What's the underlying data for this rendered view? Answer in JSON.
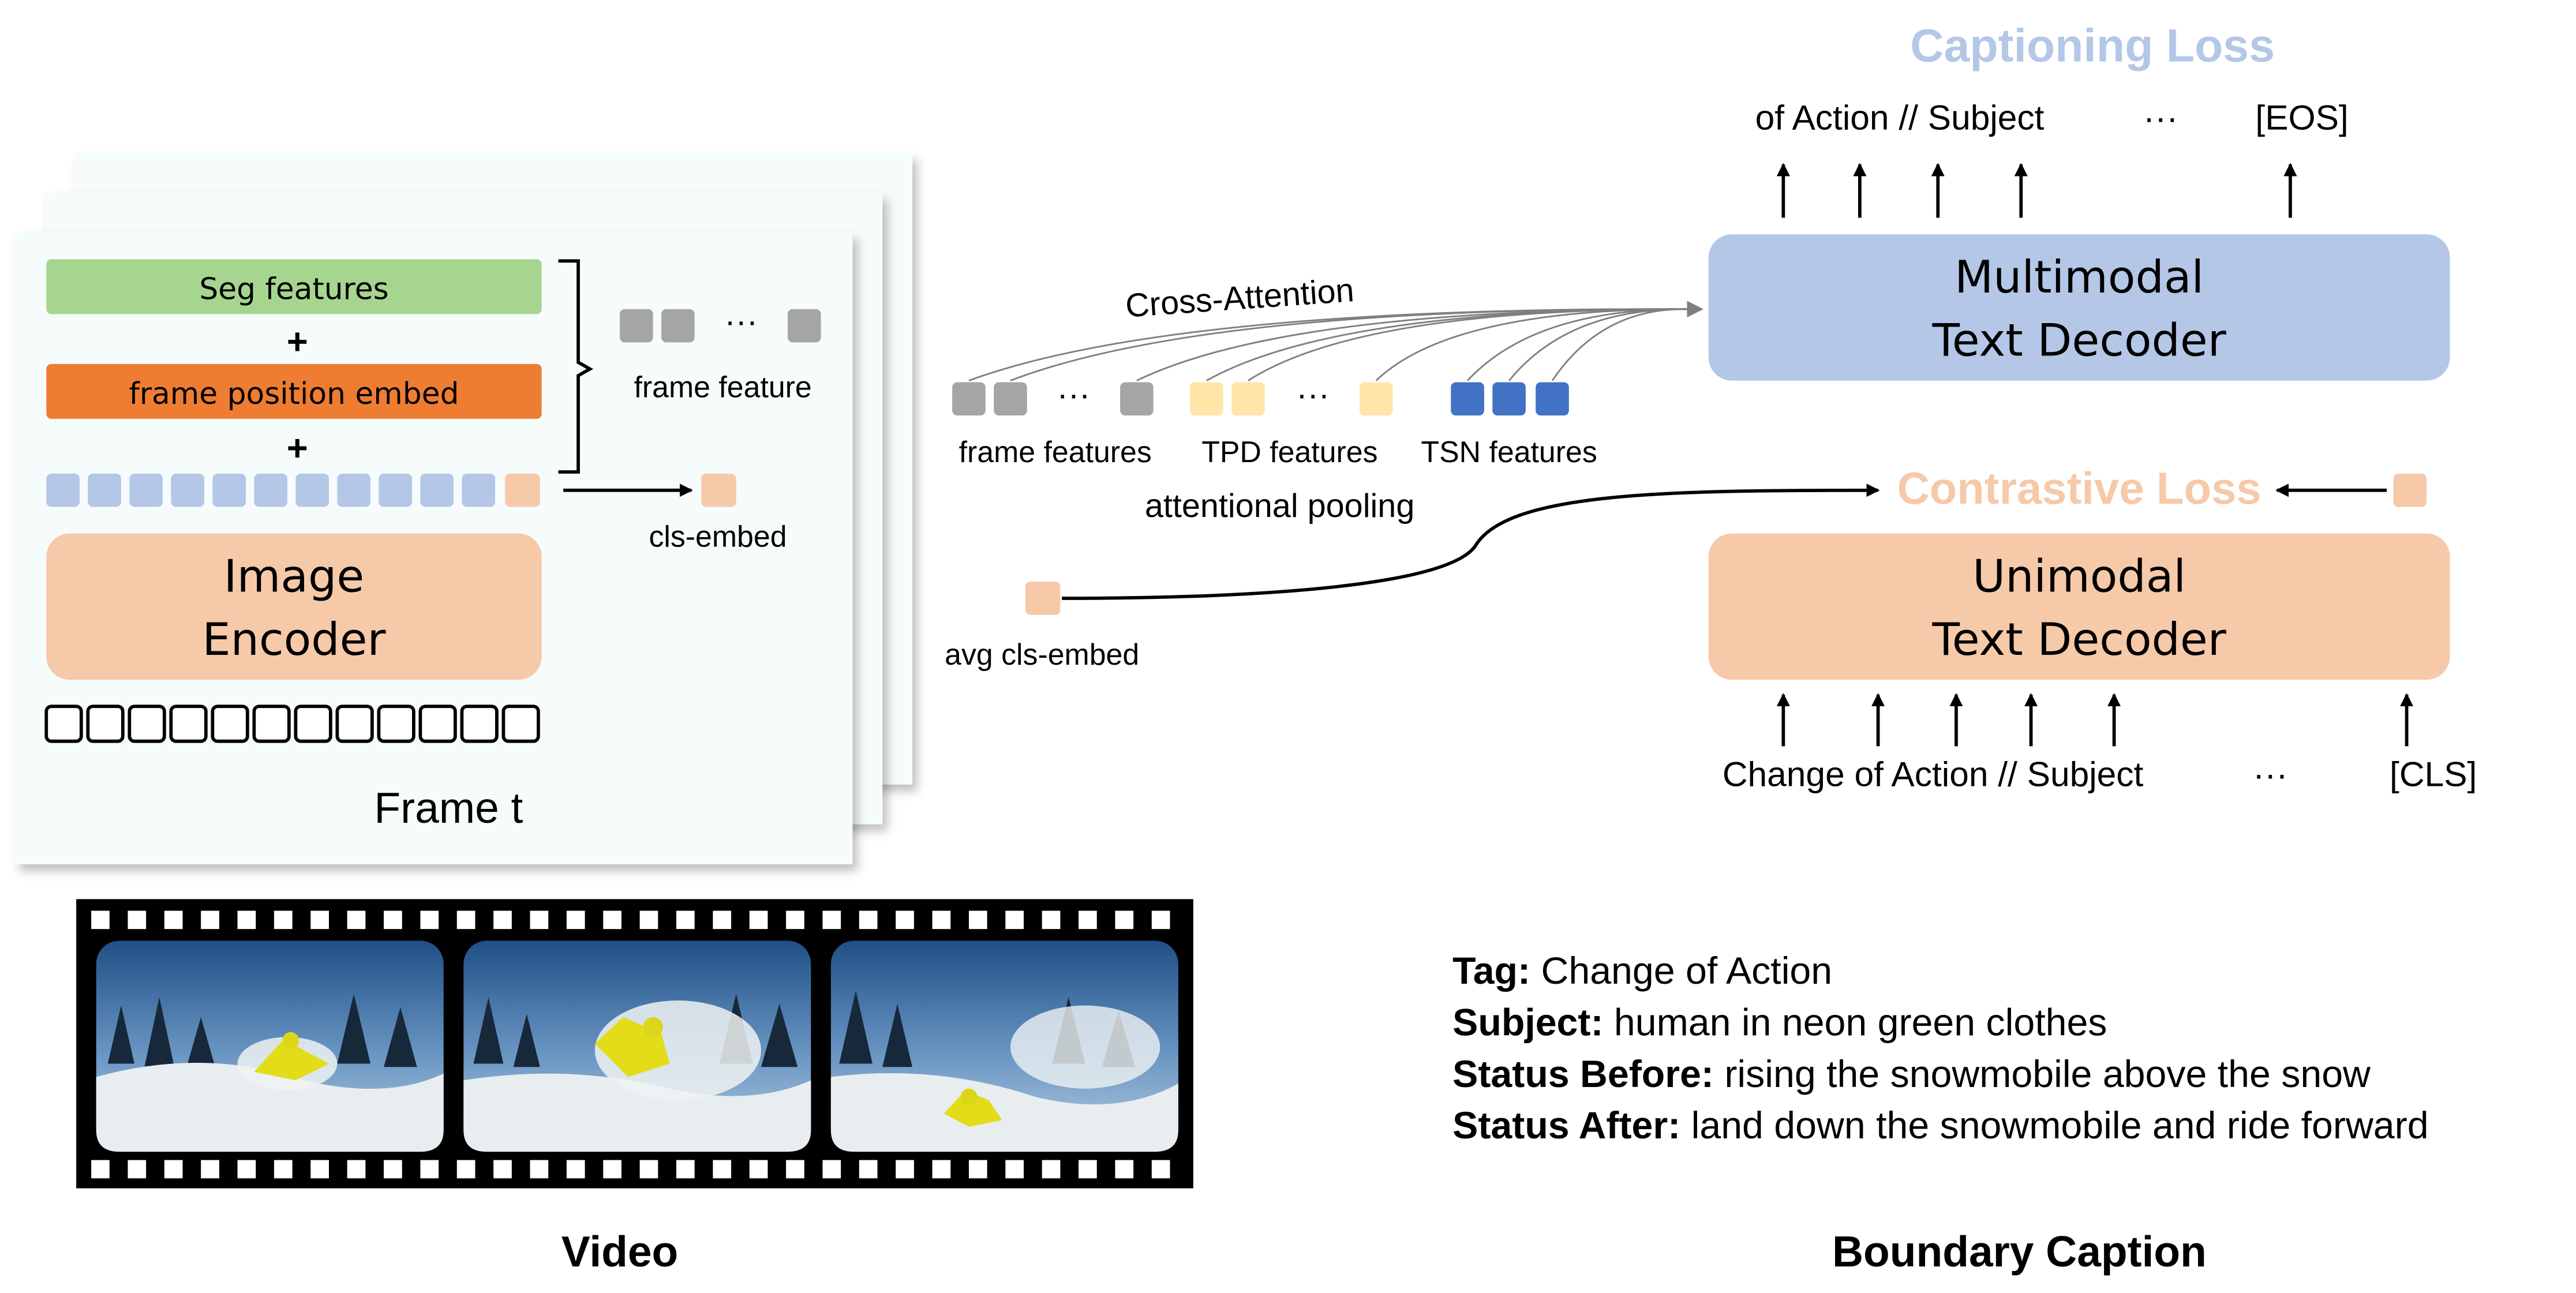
{
  "colors": {
    "seg_green": "#a6d58f",
    "position_orange": "#ee7d32",
    "token_blue": "#b4c7e7",
    "cls_peach": "#f6c9a9",
    "encoder_peach": "#f6c9a9",
    "frame_gray": "#a5a5a5",
    "tpd_yellow": "#ffe6a8",
    "tsn_blue": "#4172c4",
    "multimodal_blue": "#b4c7e7",
    "captioning_loss": "#b4c7e7",
    "contrastive_loss": "#f6c9a9"
  },
  "encoder_stack": {
    "seg_features": "Seg features",
    "plus": "+",
    "frame_position_embed": "frame position embed",
    "image_encoder_line1": "Image",
    "image_encoder_line2": "Encoder",
    "frame_label": "Frame t",
    "frame_feature": "frame feature",
    "ellipsis": "···",
    "cls_embed": "cls-embed"
  },
  "pooling": {
    "cross_attention": "Cross-Attention",
    "frame_features": "frame features",
    "tpd_features": "TPD features",
    "tsn_features": "TSN features",
    "ellipsis": "···",
    "attentional_pooling": "attentional pooling",
    "avg_cls_embed": "avg cls-embed"
  },
  "decoders": {
    "captioning_loss": "Captioning Loss",
    "output_tokens": "of Action // Subject",
    "output_ellipsis": "···",
    "eos": "[EOS]",
    "multimodal_line1": "Multimodal",
    "multimodal_line2": "Text Decoder",
    "contrastive_loss": "Contrastive Loss",
    "unimodal_line1": "Unimodal",
    "unimodal_line2": "Text Decoder",
    "input_tokens": "Change of Action // Subject",
    "input_ellipsis": "···",
    "cls": "[CLS]"
  },
  "caption": {
    "tag_key": "Tag:",
    "tag_value": "Change of Action",
    "subject_key": "Subject:",
    "subject_value": "human in neon green clothes",
    "before_key": "Status Before:",
    "before_value": "rising the snowmobile above the snow",
    "after_key": "Status After:",
    "after_value": "land down the snowmobile and ride forward"
  },
  "footer": {
    "video": "Video",
    "boundary_caption": "Boundary Caption"
  }
}
